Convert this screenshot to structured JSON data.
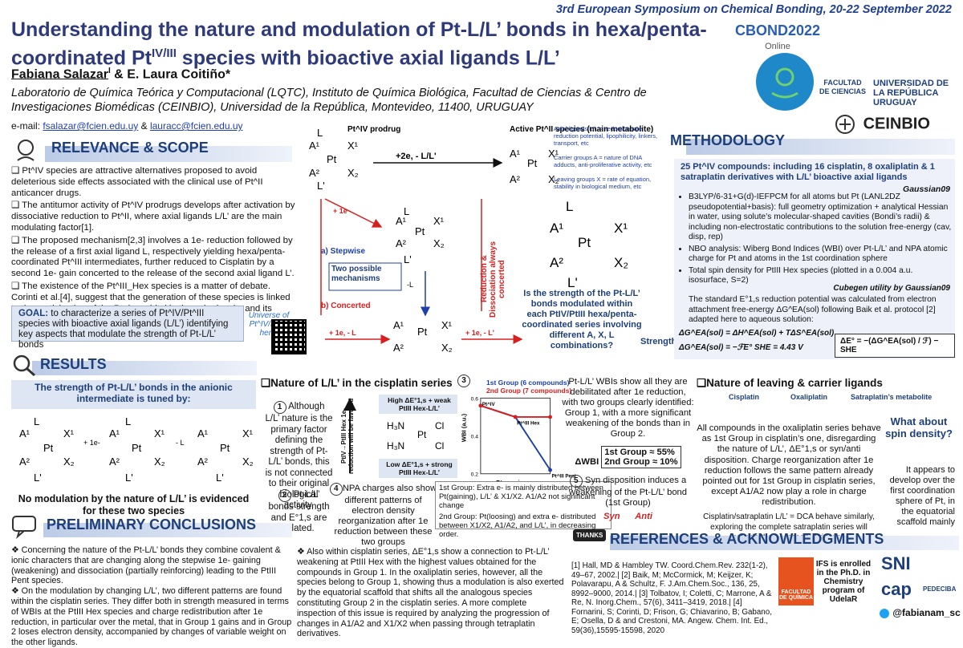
{
  "conference": "3rd European Symposium on Chemical Bonding, 20-22 September 2022",
  "title_line1": "Understanding the nature and modulation of Pt-L/L’ bonds in hexa/penta-",
  "title_line2_pre": "coordinated Pt",
  "title_line2_sup": "IV/III",
  "title_line2_post": " species with bioactive axial ligands L/L’",
  "authors": {
    "author1": "Fabiana Salazar",
    "author1_sup": "I",
    "amp": " & ",
    "author2": "E. Laura Coitiño*"
  },
  "affiliation": "Laboratorio de Química Teórica y Computacional (LQTC), Instituto de Química Biológica, Facultad de Ciencias & Centro de Investigaciones Biomédicas (CEINBIO), Universidad de la República, Montevideo, 11400, URUGUAY",
  "email": {
    "label": "e-mail: ",
    "email1": "fsalazar@fcien.edu.uy",
    "sep": " & ",
    "email2": "lauracc@fcien.edu.uy"
  },
  "logos": {
    "cbond": "CBOND2022",
    "cbond_sub": "Online",
    "facultad": "FACULTAD DE CIENCIAS",
    "udelar": "UNIVERSIDAD DE LA REPÚBLICA URUGUAY",
    "ceinbio": "CEINBIO"
  },
  "relevance": {
    "heading": "RELEVANCE & SCOPE",
    "p1": "❑ Pt^IV species are attractive alternatives proposed to avoid deleterious side effects associated with the clinical use of Pt^II anticancer drugs.",
    "p2": "❑ The antitumor activity of Pt^IV prodrugs develops after activation by dissociative reduction to Pt^II, where axial ligands L/L’ are the main modulating factor[1].",
    "p3": "❑ The proposed mechanism[2,3] involves a 1e- reduction followed by the release of a first axial ligand L, respectively yielding hexa/penta-coordinated Pt^III intermediates, further reduced to Cisplatin by a second 1e- gain concerted to the release of the second axial ligand L’.",
    "p4": "❑ The existence of the Pt^III_Hex species is a matter of debate. Corinti et al.[4], suggest that the generation of these species is linked to the participation of the Pt dxz orbital in the spin density and its delocalization in the carrier ligand.",
    "goal": "GOAL: to characterize a series of PtIV/PtIII species with bioactive axial ligands (L/L’) identifying key aspects that modulate the strength of Pt-L/L’ bonds",
    "goal_label": "GOAL:",
    "goal_rest": " to characterize a series of Pt^IV/Pt^III species with bioactive axial ligands (L/L’) identifying key aspects that modulate the strength of Pt-L/L’ bonds",
    "universe": "Universe of Pt^IV/Pt^III here!"
  },
  "mechanism": {
    "prodrug": "Pt^IV prodrug",
    "active": "Active Pt^II species (main metabolite)",
    "step_main": "+2e, - L/L'",
    "stepwise": "a) Stepwise",
    "concerted": "b) Concerted",
    "two_possible": "Two possible mechanisms",
    "plus_1e": "+ 1e",
    "minus_l": "-L",
    "plus_1e_l": "+ 1e, - L",
    "plus_1e_lp": "+ 1e, - L'",
    "vertical": "Reduction & Dissociation always concerted",
    "question": "Is the strength of the Pt-L/L’ bonds modulated within each PtIV/PtIII hexa/penta-coordinated series involving different A, X, L combinations?",
    "axial": "Axial ligands L/L’ = reduction rate, reduction potential, lipophilicity, linkers, transport, etc",
    "carrier": "Carrier groups A = nature of DNA adducts, anti-proliferative activity, etc",
    "leaving": "Leaving groups X = rate of equation, stability in biological medium, etc",
    "strength": "Strength"
  },
  "methodology": {
    "heading": "METHODOLOGY",
    "intro": "25 Pt^IV compounds: including 16 cisplatin, 8 oxaliplatin & 1 satraplatin derivatives with L/L’ bioactive axial ligands",
    "gaussian": "Gaussian09",
    "b1": "B3LYP/6-31+G(d)-IEFPCM for all atoms but Pt (LANL2DZ pseudopotential+basis): full geometry optimization + analytical Hessian in water, using solute’s molecular-shaped cavities (Bondi’s radii) & including non-electrostatic contributions to the solution free-energy (cav, disp, rep)",
    "b2": "NBO analysis: Wiberg Bond Indices (WBI) over Pt-L/L’ and NPA atomic charge for Pt and atoms in the 1st coordination sphere",
    "b3": "Total spin density for PtIII Hex species (plotted in a 0.004 a.u. isosurface, S=2)",
    "cubegen": "Cubegen utility by Gaussian09",
    "b4": "The standard E°1,s reduction potential was calculated from electron attachment free-energy ΔG^EA(sol) following Baik et al. protocol [2] adapted here to aqueous solution:",
    "eq1": "ΔG^EA(sol) = ΔH^EA(sol) + TΔS^EA(sol)",
    "eq2": "ΔG^EA(sol) = −ℱE°   SHE = 4.43 V",
    "eq3": "ΔE° = −(ΔG^EA(sol) / ℱ) − SHE"
  },
  "results": {
    "heading": "RESULTS",
    "tuned": "The strength of Pt-L/L’ bonds in the anionic intermediate is tuned by:",
    "nomod": "No modulation by the nature of L/L’ is evidenced for these two species",
    "cis_heading": "Nature of L/L’ in the cisplatin series",
    "cis1": "Although L/L’ nature is the primary factor defining the strength of Pt-L/L’ bonds, this is not connected to their original biological activity.",
    "cis2": "Pt-L/L’ bonds strength and E°1,s are related.",
    "npa": "NPA charges also show different patterns of electron density reorganization after 1e reduction between these two groups",
    "wbi_text": "Pt-L/L’ WBIs show all they are debilitated after 1e reduction, with two groups clearly identified: Group 1, with a more significant weakening of the bonds than in Group 2.",
    "group1": "1st Group ≈ 55%",
    "group2": "2nd Group ≈ 10%",
    "dwbi": "ΔWBI",
    "syn": "Syn disposition induces a weakening of the Pt-L/L’ bond (1st Group)",
    "legend1": "1st Group: Extra e- is mainly distributed between Pt(gaining), L/L’ & X1/X2. A1/A2 not significant change",
    "legend2": "2nd Group: Pt(loosing) and extra e- distributed between X1/X2, A1/A2, and L/L’, in decreasing order.",
    "leaving_heading": "Nature of leaving & carrier ligands",
    "cisplatin": "Cisplatin",
    "oxaliplatin": "Oxaliplatin",
    "satraplatin": "Satraplatin’s metabolite",
    "leaving_text": "All compounds in the oxaliplatin series behave as 1st Group in cisplatin’s one, disregarding the nature of L/L’, ΔE°1,s or syn/anti disposition. Charge reorganization after 1e reduction follows the same pattern already pointed out for 1st Group in cisplatin series, except A1/A2 now play a role in charge redistribution.",
    "satra_text": "Cisplatin/satraplatin L/L’ = DCA behave similarly, exploring the complete satraplatin series will provide the necessary evidence",
    "spin_q": "What about spin density?",
    "spin_a": "It appears to develop over the first coordination sphere of Pt, in the equatorial scaffold mainly",
    "high": "High ΔE°1,s + weak PtIII Hex-L/L’",
    "low": "Low ΔE°1,s + strong PtIII Hex-L/L’",
    "axis_label": "PtIV→PtIII Hex 1e-reduction will be favored",
    "wbi_axis": "WBI (a.u.)",
    "pt_species": "Pt species",
    "syn_label": "Syn",
    "anti_label": "Anti"
  },
  "chart_data": {
    "type": "line",
    "x": [
      "Pt^IV",
      "Pt^III Hex",
      "Pt^III Pent"
    ],
    "series": [
      {
        "name": "1st Group (6 compounds)",
        "values": [
          0.56,
          0.5,
          0.22
        ]
      },
      {
        "name": "2nd Group (7 compounds)",
        "values": [
          0.56,
          0.5,
          0.5
        ]
      }
    ],
    "xlabel": "Pt species",
    "ylabel": "WBI (a.u.)",
    "ylim": [
      0.2,
      0.6
    ],
    "yticks": [
      "0.6",
      "0.4",
      "0.2"
    ],
    "colors": [
      "#1e3fa8",
      "#d62020"
    ]
  },
  "prelim": {
    "heading": "PRELIMINARY CONCLUSIONS",
    "p1": "❖ Concerning the nature of the Pt-L/L’ bonds they combine covalent & ionic characters that are changing along the stepwise 1e- gaining (weakening) and dissociation (partially reinforcing) leading to the PtIII Pent species.",
    "p2": "❖ On the modulation by changing L/L’, two different patterns are found within the cisplatin series. They differ both in strength measured in terms of WBIs at the PtIII Hex species and charge redistribution after 1e reduction, in particular over the metal, that in Group 1 gains and in Group 2 loses electron density, accompanied by changes of variable weight on the other ligands.",
    "also": "❖ Also within cisplatin series, ΔE°1,s show a connection to Pt-L/L’ weakening at PtIII Hex with the highest values obtained for the compounds in Group 1. In the oxaliplatin series, however, all the species belong to Group 1, showing thus a modulation is also exerted by the equatorial scaffold that shifts all the analogous species constituting Group 2 in the cisplatin series. A more complete inspection of this issue is required by analyzing the progression of changes in A1/A2 and X1/X2 when passing through tetraplatin derivatives."
  },
  "refs": {
    "heading": "REFERENCES & ACKNOWLEDGMENTS",
    "thanks": "THANKS",
    "text": "[1] Hall, MD & Hambley TW. Coord.Chem.Rev. 232(1-2), 49–67, 2002.| [2] Baik, M; McCormick, M; Keijzer, K; Polavarapu, A & Schultz, F. J.Am.Chem.Soc., 136, 25, 8992–9000, 2014.| [3] Tolbatov, I; Coletti, C; Marrone, A & Re, N. Inorg.Chem., 57(6), 3411–3419, 2018.| [4] Fornarini, S; Corinti, D; Frison, G; Chiavarino, B; Gabano, E; Osella, D & and Crestoni, MA. Angew. Chem. Int. Ed., 59(36),15595-15598, 2020",
    "enrolled": "IFS is enrolled in the Ph.D. in Chemistry program of UdelaR",
    "twitter": "@fabianam_sc",
    "fq": "FACULTAD DE QUÍMICA",
    "sni": "SNI",
    "cap": "cap",
    "pedeciba": "PEDECIBA"
  }
}
